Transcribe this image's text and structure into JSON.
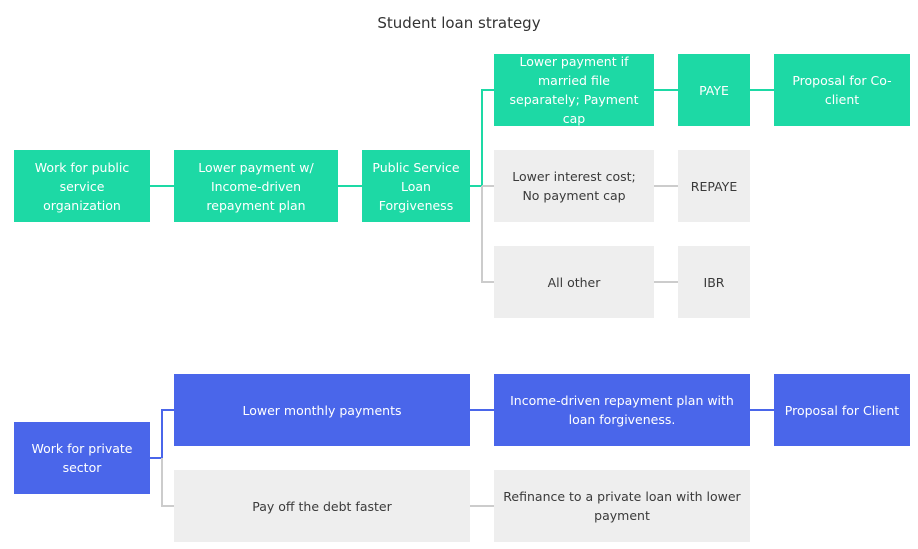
{
  "title": "Student loan strategy",
  "colors": {
    "green": "#1dd9a5",
    "gray": "#eeeeee",
    "blue": "#4a66ea",
    "line_green": "#1dd9a5",
    "line_gray": "#cccccc",
    "line_blue": "#4a66ea"
  },
  "public": {
    "root": "Work for public service organization",
    "idr": "Lower payment w/ Income-driven repayment plan",
    "pslf": "Public Service Loan Forgiveness",
    "options": [
      {
        "reason": "Lower payment if married file separately; Payment cap",
        "plan": "PAYE",
        "proposal": "Proposal for Co-client"
      },
      {
        "reason": "Lower interest cost; No payment cap",
        "plan": "REPAYE"
      },
      {
        "reason": "All other",
        "plan": "IBR"
      }
    ]
  },
  "private": {
    "root": "Work for private sector",
    "lower": "Lower monthly payments",
    "idr_forgiveness": "Income-driven repayment plan with loan forgiveness.",
    "proposal": "Proposal for Client",
    "payoff": "Pay off the debt faster",
    "refinance": "Refinance to a private loan with lower payment"
  }
}
